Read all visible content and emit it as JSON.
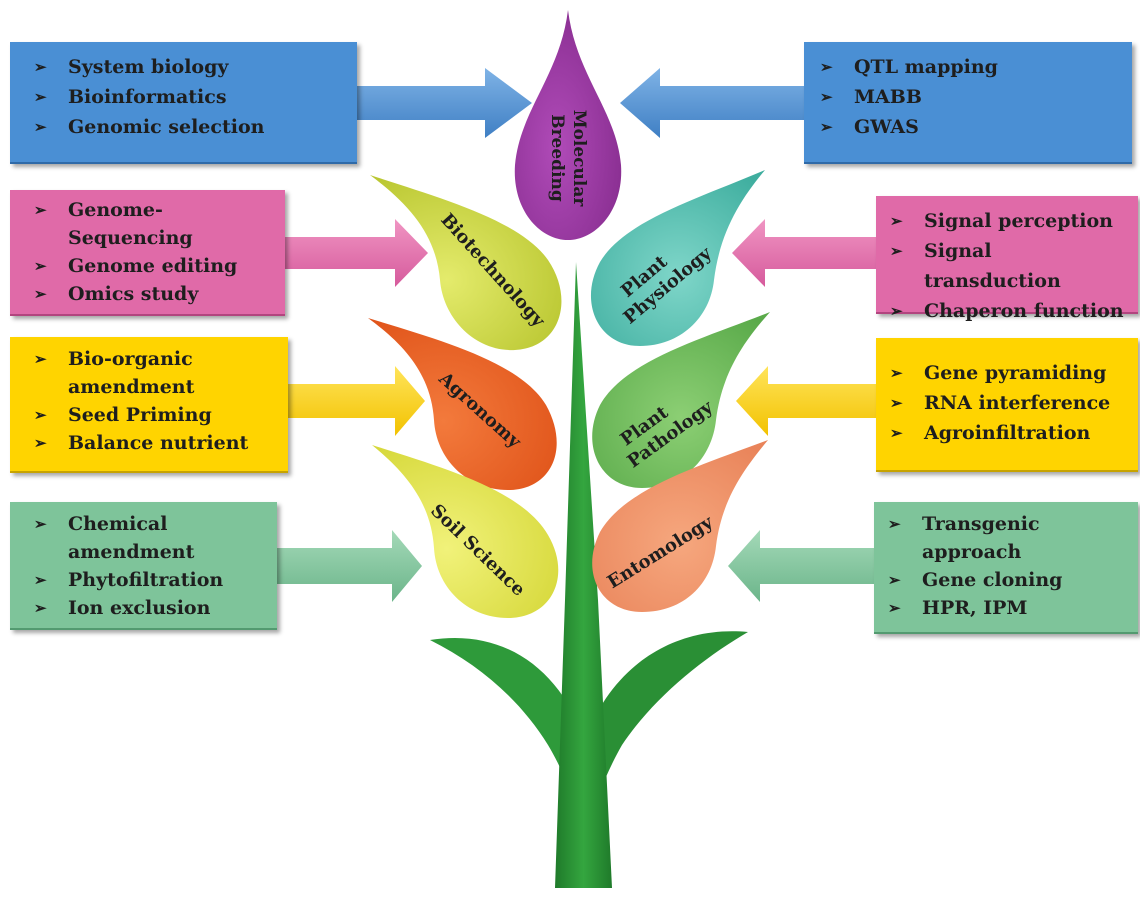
{
  "colors": {
    "blue": "#4a8fd4",
    "pink": "#e06aa8",
    "yellow": "#ffd400",
    "green": "#7ec49a",
    "stem": "#2e9a3a"
  },
  "bullet_icon": "arrowhead-bullet-icon",
  "left_boxes": [
    {
      "items": [
        "System biology",
        "Bioinformatics",
        "Genomic selection"
      ]
    },
    {
      "items": [
        "Genome-",
        "Sequencing",
        "Genome editing",
        "Omics study"
      ]
    },
    {
      "items": [
        "Bio-organic",
        "amendment",
        "Seed Priming",
        "Balance nutrient"
      ]
    },
    {
      "items": [
        "Chemical",
        "amendment",
        "Phytofiltration",
        "Ion exclusion"
      ]
    }
  ],
  "right_boxes": [
    {
      "items": [
        "QTL mapping",
        "MABB",
        "GWAS"
      ]
    },
    {
      "items": [
        "Signal perception",
        "Signal transduction",
        "Chaperon function"
      ]
    },
    {
      "items": [
        "Gene pyramiding",
        "RNA interference",
        "Agroinfiltration"
      ]
    },
    {
      "items": [
        "Transgenic",
        "approach",
        "Gene cloning",
        "HPR, IPM"
      ]
    }
  ],
  "leaves": {
    "top": {
      "line1": "Molecular",
      "line2": "Breeding"
    },
    "biotech": {
      "label": "Biotechnology"
    },
    "physiology": {
      "line1": "Plant",
      "line2": "Physiology"
    },
    "agronomy": {
      "label": "Agronomy"
    },
    "pathology": {
      "line1": "Plant",
      "line2": "Pathology"
    },
    "soil": {
      "label": "Soil Science"
    },
    "entomology": {
      "label": "Entomology"
    }
  }
}
